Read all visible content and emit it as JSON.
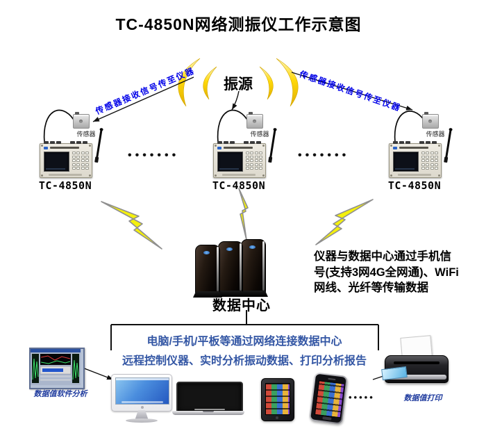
{
  "title": "TC-4850N网络测振仪工作示意图",
  "source": {
    "label": "振源"
  },
  "signal_links": {
    "left_label": "传感器接收信号传至仪器",
    "right_label": "传感器接收信号传至仪器"
  },
  "instruments": [
    {
      "sensor_label": "传感器",
      "name": "TC-4850N"
    },
    {
      "sensor_label": "传感器",
      "name": "TC-4850N"
    },
    {
      "sensor_label": "传感器",
      "name": "TC-4850N"
    }
  ],
  "ellipsis": {
    "row_left": "•••••••",
    "row_right": "•••••••",
    "devices": "•••••"
  },
  "data_center": {
    "label": "数据中心"
  },
  "transmission_note": {
    "line1": "仪器与数据中心通过手机信",
    "line2": "号(支持3网4G全网通)、WiFi",
    "line3": "网线、光纤等传输数据"
  },
  "network_note": {
    "line1": "电脑/手机/平板等通过网络连接数据中心",
    "line2": "远程控制仪器、实时分析振动数据、打印分析报告"
  },
  "terminals": {
    "software_label": "数据值软件分析",
    "printer_label": "数据值打印"
  },
  "colors": {
    "signal_text": "#0000e8",
    "network_text": "#3356a4",
    "terminal_text": "#1f3b9e",
    "lightning": "#f4f00c",
    "arc_gold": "#ffd90a"
  }
}
